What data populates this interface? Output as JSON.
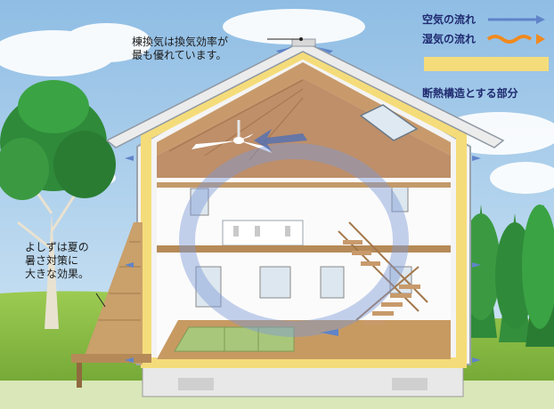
{
  "callouts": {
    "roof_vent": [
      "棟換気は換気効率が",
      "最も優れています。"
    ],
    "yoshizu": [
      "よしずは夏の",
      "暑さ対策に",
      "大きな効果。"
    ]
  },
  "legend": {
    "air_flow": "空気の流れ",
    "humidity_flow": "湿気の流れ",
    "insulation": "断熱構造とする部分"
  },
  "colors": {
    "air_arrow": "#5f84c8",
    "humidity_arrow": "#f08a1e",
    "insulation": "#f5dc7a",
    "sky": "#a9cdea",
    "grass": "#7fb23c",
    "ceiling_wood": "#b8845a",
    "floor_wood": "#c79a62",
    "tatami": "#a9c77a"
  }
}
